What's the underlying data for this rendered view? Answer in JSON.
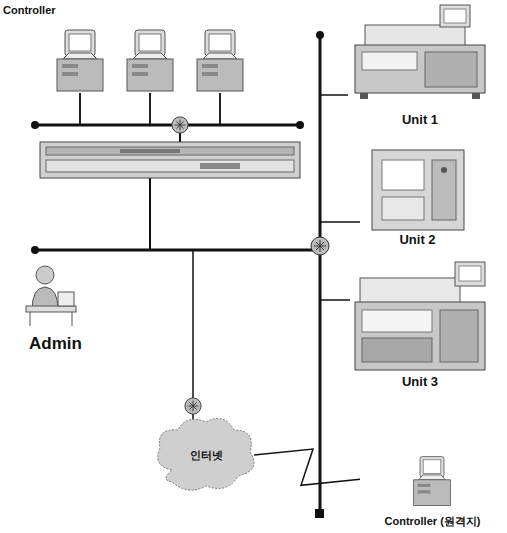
{
  "diagram": {
    "nodes": [
      {
        "text": [
          "Unit 1"
        ]
      },
      {
        "text": [
          "Unit 2"
        ]
      },
      {
        "text": [
          "Unit 3"
        ]
      },
      {
        "text": [
          "Admin"
        ]
      },
      {
        "text": [
          "인터넷"
        ]
      },
      {
        "text": [
          "Controller (원격지)"
        ]
      }
    ],
    "edges": [
      {
        "from": 4,
        "to": 5,
        "arrow": "none"
      }
    ],
    "labels": [
      "Controller"
    ]
  }
}
